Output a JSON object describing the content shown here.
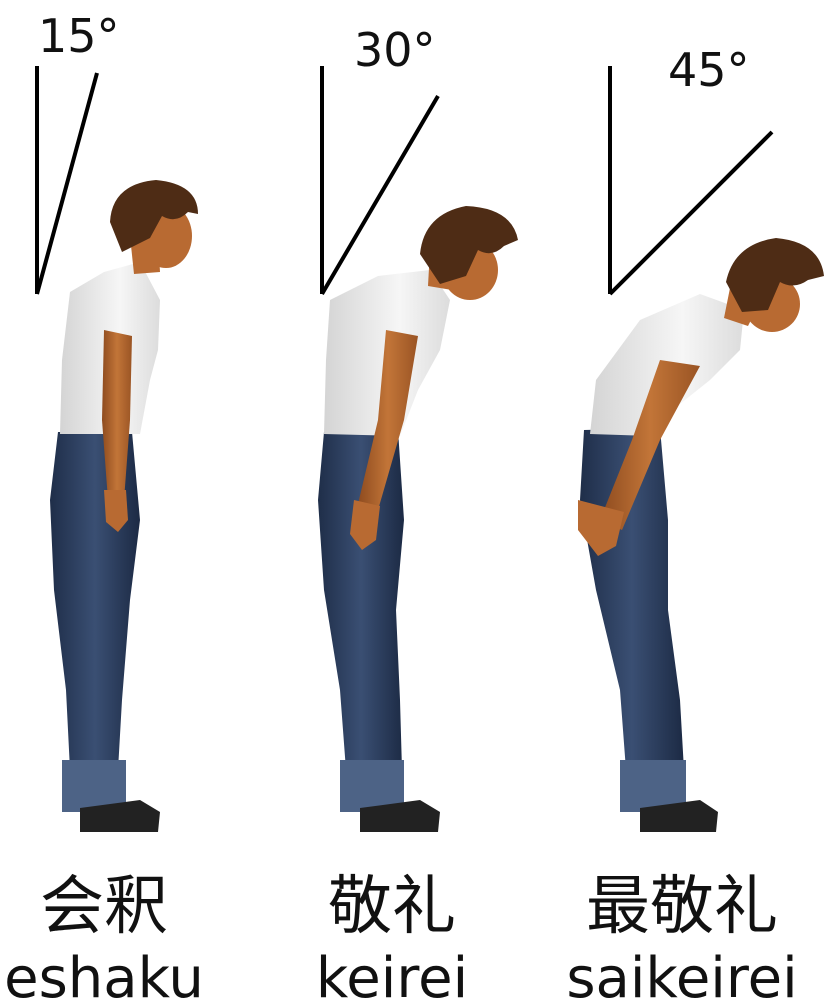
{
  "bows": [
    {
      "angle_label": "15°",
      "angle_deg": 15,
      "kanji": "会釈",
      "romaji": "eshaku"
    },
    {
      "angle_label": "30°",
      "angle_deg": 30,
      "kanji": "敬礼",
      "romaji": "keirei"
    },
    {
      "angle_label": "45°",
      "angle_deg": 45,
      "kanji": "最敬礼",
      "romaji": "saikeirei"
    }
  ],
  "colors": {
    "shirt": "#ececec",
    "skin": "#b86a32",
    "hair": "#4e2c15",
    "jeans": "#2c3e5e",
    "jeans_cuff": "#4d6386",
    "shoe": "#222222",
    "line": "#000000"
  }
}
